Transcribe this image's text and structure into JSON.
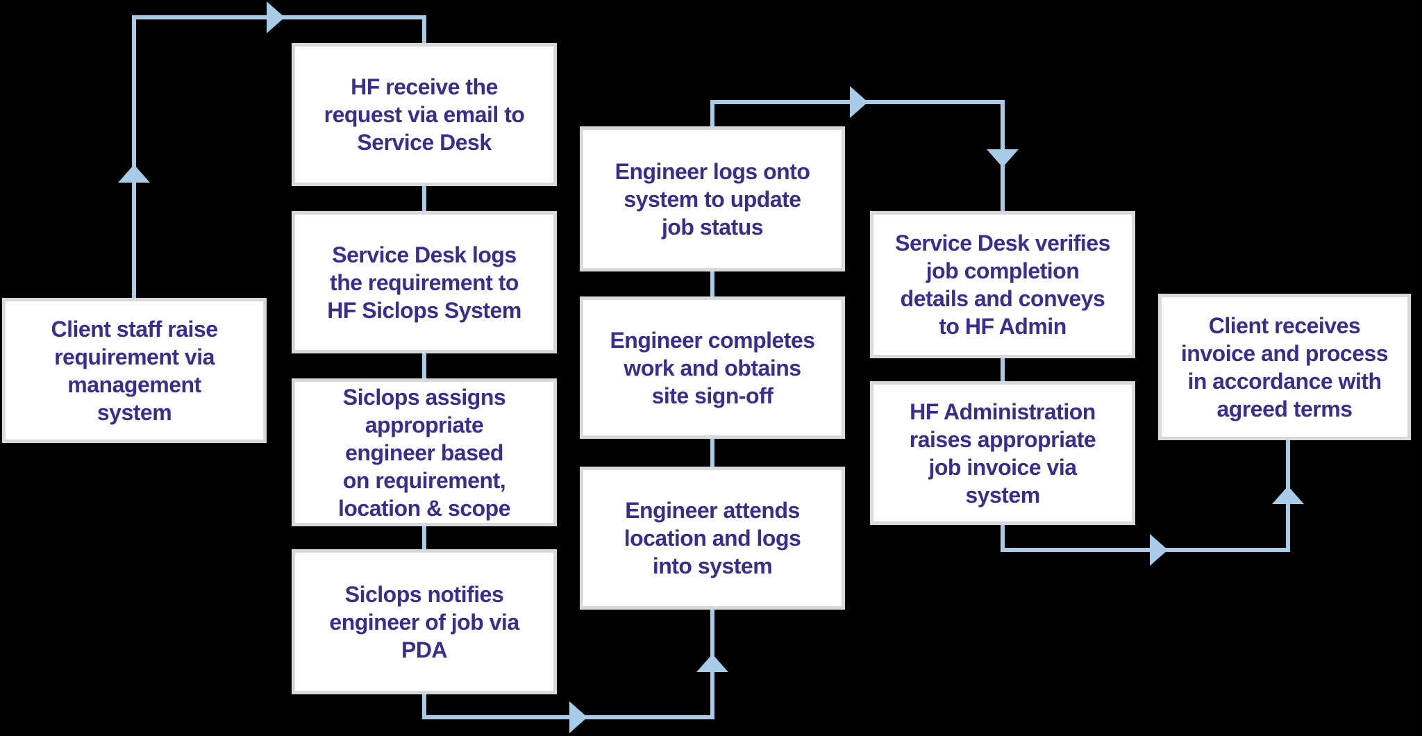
{
  "diagram": {
    "background_color": "#000000",
    "box_fill_color": "#ffffff",
    "box_border_color": "#d9d9d9",
    "text_color": "#392d8e",
    "arrow_color": "#a8cbe8"
  },
  "nodes": [
    {
      "id": "client-staff-raise",
      "text": "Client staff raise\nrequirement via\nmanagement\nsystem"
    },
    {
      "id": "hf-receive",
      "text": "HF receive the\nrequest via email to\nService Desk"
    },
    {
      "id": "service-desk-logs",
      "text": "Service Desk logs\nthe requirement to\nHF Siclops System"
    },
    {
      "id": "siclops-assigns",
      "text": "Siclops assigns\nappropriate\nengineer based\non requirement,\nlocation & scope"
    },
    {
      "id": "siclops-notifies",
      "text": "Siclops notifies\nengineer of job via\nPDA"
    },
    {
      "id": "engineer-logs",
      "text": "Engineer logs onto\nsystem to update\njob status"
    },
    {
      "id": "engineer-completes",
      "text": "Engineer completes\nwork and obtains\nsite sign-off"
    },
    {
      "id": "engineer-attends",
      "text": "Engineer attends\nlocation and logs\ninto system"
    },
    {
      "id": "service-desk-verifies",
      "text": "Service Desk verifies\njob completion\ndetails and conveys\nto HF Admin"
    },
    {
      "id": "hf-admin-raises",
      "text": "HF Administration\nraises appropriate\njob invoice via\nsystem"
    },
    {
      "id": "client-receives",
      "text": "Client receives\ninvoice and process\nin accordance with\nagreed terms"
    }
  ],
  "edges": [
    {
      "from": "client-staff-raise",
      "to": "hf-receive"
    },
    {
      "from": "hf-receive",
      "to": "service-desk-logs"
    },
    {
      "from": "service-desk-logs",
      "to": "siclops-assigns"
    },
    {
      "from": "siclops-assigns",
      "to": "siclops-notifies"
    },
    {
      "from": "siclops-notifies",
      "to": "engineer-attends"
    },
    {
      "from": "engineer-attends",
      "to": "engineer-completes"
    },
    {
      "from": "engineer-completes",
      "to": "engineer-logs"
    },
    {
      "from": "engineer-logs",
      "to": "service-desk-verifies"
    },
    {
      "from": "service-desk-verifies",
      "to": "hf-admin-raises"
    },
    {
      "from": "hf-admin-raises",
      "to": "client-receives"
    }
  ]
}
